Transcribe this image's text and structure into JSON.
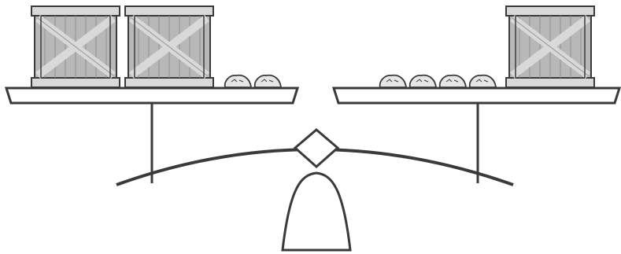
{
  "scale": {
    "left_pan": {
      "crates": 2,
      "stones": 2
    },
    "right_pan": {
      "crates": 1,
      "stones": 4
    }
  },
  "colors": {
    "stroke": "#3a3a3a",
    "crate_fill": "#b8b8b8",
    "crate_board": "#d9d9d9",
    "stone_fill": "#e6e6e6",
    "background": "#ffffff"
  }
}
